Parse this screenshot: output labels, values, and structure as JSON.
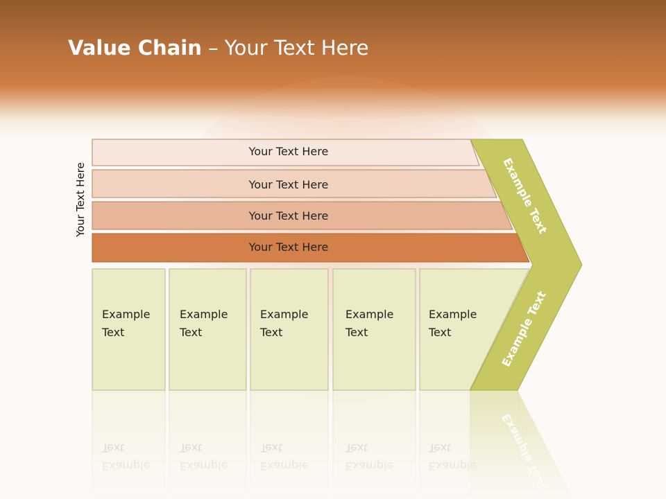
{
  "title": {
    "bold": "Value Chain",
    "rest": " – Your Text Here"
  },
  "side_label": "Your Text Here",
  "bars": [
    {
      "label": "Your Text Here",
      "fill": "#f7e6dc"
    },
    {
      "label": "Your Text Here",
      "fill": "#f0d2bf"
    },
    {
      "label": "Your Text Here",
      "fill": "#e7b597"
    },
    {
      "label": "Your Text Here",
      "fill": "#d3804a"
    }
  ],
  "boxes": [
    {
      "line1": "Example",
      "line2": "Text"
    },
    {
      "line1": "Example",
      "line2": "Text"
    },
    {
      "line1": "Example",
      "line2": "Text"
    },
    {
      "line1": "Example",
      "line2": "Text"
    },
    {
      "line1": "Example",
      "line2": "Text"
    }
  ],
  "chevron": {
    "top_label": "Example Text",
    "bottom_label": "Example Text",
    "fill": "#c8c862"
  },
  "colors": {
    "box_fill": "#ebebc5",
    "box_stroke": "#b8b890",
    "bar_stroke": "#b08468",
    "header": "#c97a40"
  }
}
